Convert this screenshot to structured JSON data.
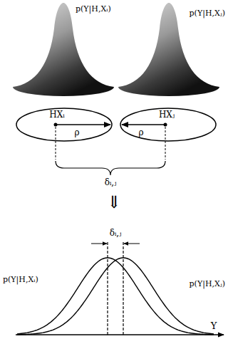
{
  "diagram": {
    "nodes": [
      {
        "text": [
          "HXᵢ",
          "ρ"
        ]
      },
      {
        "text": [
          "HXⱼ",
          "ρ"
        ]
      }
    ],
    "labels": [
      "p(Y|H,Xᵢ)",
      "p(Y|H,Xⱼ)",
      "δᵢ,ⱼ",
      "⇓",
      "δᵢ,ⱼ",
      "p(Y|H,Xᵢ)",
      "p(Y|H,Xⱼ)",
      "Y"
    ]
  }
}
